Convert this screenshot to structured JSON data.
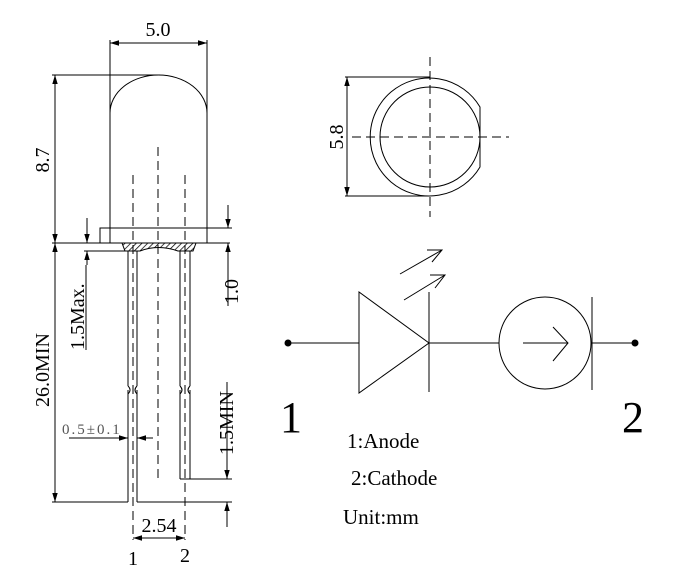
{
  "drawing": {
    "dimensions": {
      "diameter": "5.0",
      "height": "8.7",
      "flange_diameter": "5.8",
      "flange_thickness": "1.0",
      "epoxy_max": "1.5Max.",
      "lead_length": "26.0MIN",
      "lead_diameter": "0.5±0.1",
      "lead_offset": "1.5MIN",
      "pitch": "2.54"
    },
    "pin_labels": [
      "1",
      "2"
    ],
    "schematic": {
      "pin1": "1",
      "pin2": "2"
    },
    "legend": {
      "anode": "1:Anode",
      "cathode": "2:Cathode",
      "unit": "Unit:mm"
    }
  }
}
